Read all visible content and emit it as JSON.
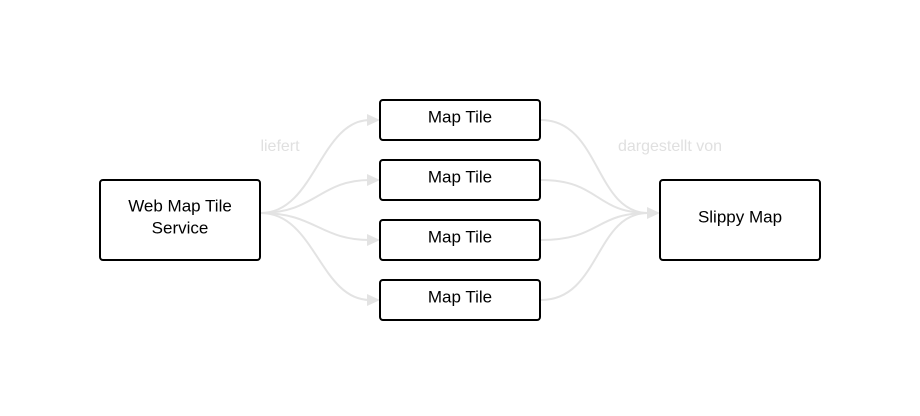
{
  "colors": {
    "node_border": "#000000",
    "node_fill": "#ffffff",
    "edge": "#e3e3e3",
    "edge_label": "#e0e0e0",
    "background": "#ffffff"
  },
  "nodes": {
    "source": {
      "line1": "Web Map Tile",
      "line2": "Service"
    },
    "tiles": [
      {
        "label": "Map Tile"
      },
      {
        "label": "Map Tile"
      },
      {
        "label": "Map Tile"
      },
      {
        "label": "Map Tile"
      }
    ],
    "target": {
      "label": "Slippy Map"
    }
  },
  "edge_labels": {
    "delivers": "liefert",
    "displayed_by": "dargestellt von"
  }
}
